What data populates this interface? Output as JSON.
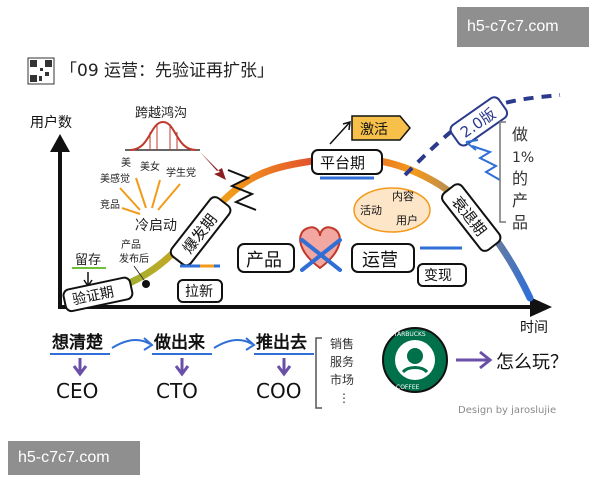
{
  "watermark": "h5-c7c7.com",
  "title": "「09 运营：先验证再扩张」",
  "axes": {
    "y": "用户数",
    "x": "时间"
  },
  "curve_labels": {
    "chasm": "跨越鸿沟",
    "stage_validate": "验证期",
    "stage_explode": "爆发期",
    "stage_platform": "平台期",
    "stage_decline": "衰退期",
    "version_2": "2.0版"
  },
  "notes": {
    "retain": "留存",
    "product_release_1": "产品",
    "product_release_2": "发布后",
    "cold_start": "冷启动",
    "senses": [
      "美",
      "美感觉",
      "美女",
      "学生党",
      "竞品"
    ],
    "pull_new": "拉新",
    "activate": "激活",
    "monetize": "变现",
    "activities": "活动",
    "content": "内容",
    "users": "用户",
    "do_one_percent": [
      "做",
      "1%",
      "的",
      "产",
      "品"
    ],
    "product": "产品",
    "operations": "运营"
  },
  "bottom": {
    "steps": [
      {
        "top": "想清楚",
        "role": "CEO"
      },
      {
        "top": "做出来",
        "role": "CTO"
      },
      {
        "top": "推出去",
        "role": "COO"
      }
    ],
    "list": [
      "销售",
      "服务",
      "市场",
      "⋮"
    ],
    "logo_text": "STARBUCKS COFFEE",
    "how": "怎么玩？"
  },
  "credit": "Design by jaroslujie",
  "colors": {
    "ink": "#222222",
    "blue": "#2f6fd6",
    "orange": "#f39a1a",
    "red": "#c0392b",
    "green": "#6fbf3a",
    "starbucks": "#00704a",
    "purple": "#6a4fa8"
  }
}
